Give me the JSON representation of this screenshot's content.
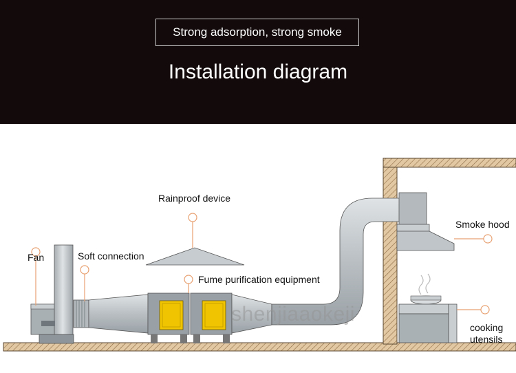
{
  "banner": {
    "tagline": "Strong adsorption, strong smoke",
    "heading": "Installation diagram"
  },
  "labels": {
    "fan": "Fan",
    "soft_connection": "Soft connection",
    "rainproof_device": "Rainproof device",
    "fume_purification": "Fume purification equipment",
    "smoke_hood": "Smoke hood",
    "cooking_line1": "cooking",
    "cooking_line2": "utensils"
  },
  "watermark": "shenjiaaokeji",
  "colors": {
    "banner_bg": "#130b0b",
    "duct": "#c4c9cc",
    "purifier_door": "#f0c400",
    "wall": "#d6b48a",
    "marker": "#e8a070"
  }
}
